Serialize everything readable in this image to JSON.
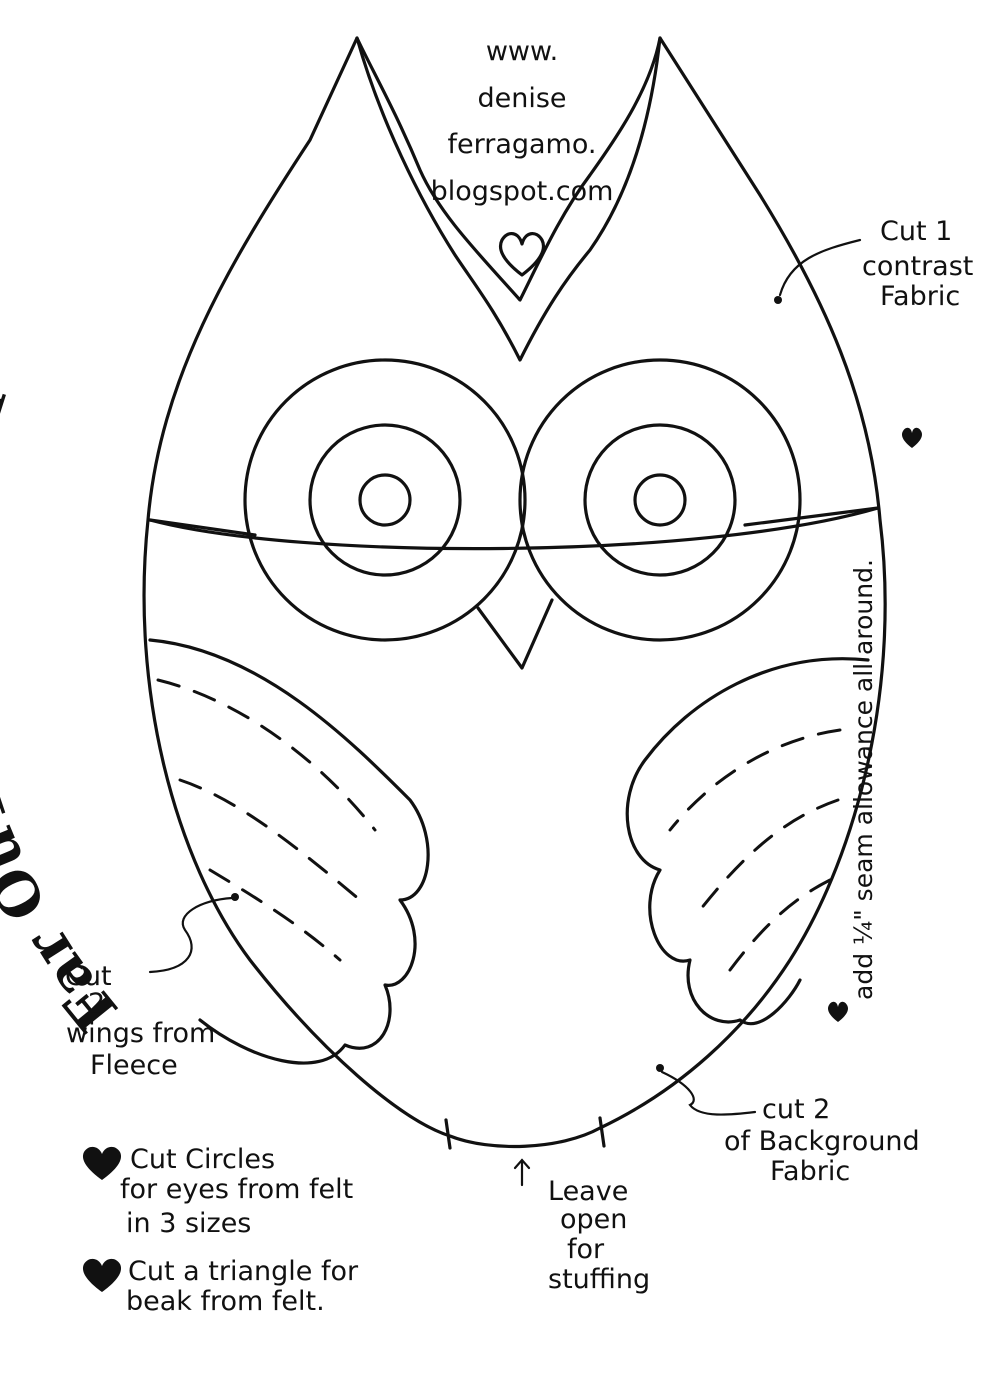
{
  "title": "Far OuT OwL PLusH",
  "website": {
    "line1": "www.",
    "line2": "denise",
    "line3": "ferragamo.",
    "line4": "blogspot.com"
  },
  "annotations": {
    "contrast": {
      "line1": "Cut 1",
      "line2": "contrast",
      "line3": "Fabric"
    },
    "seam": "add ¼\" seam allowance all around.",
    "wings": {
      "line1": "Cut",
      "line2": "2",
      "line3": "wings from",
      "line4": "Fleece"
    },
    "background": {
      "line1": "cut 2",
      "line2": "of Background",
      "line3": "Fabric"
    },
    "opening": {
      "line1": "Leave",
      "line2": "open",
      "line3": "for",
      "line4": "stuffing"
    }
  },
  "notes": [
    {
      "line1": "Cut Circles",
      "line2": "for eyes from felt",
      "line3": "in 3 sizes"
    },
    {
      "line1": "Cut a triangle for",
      "line2": "beak from felt."
    }
  ],
  "icons": [
    "heart-icon",
    "arrow-up-icon"
  ],
  "colors": {
    "ink": "#111111",
    "paper": "#ffffff"
  }
}
